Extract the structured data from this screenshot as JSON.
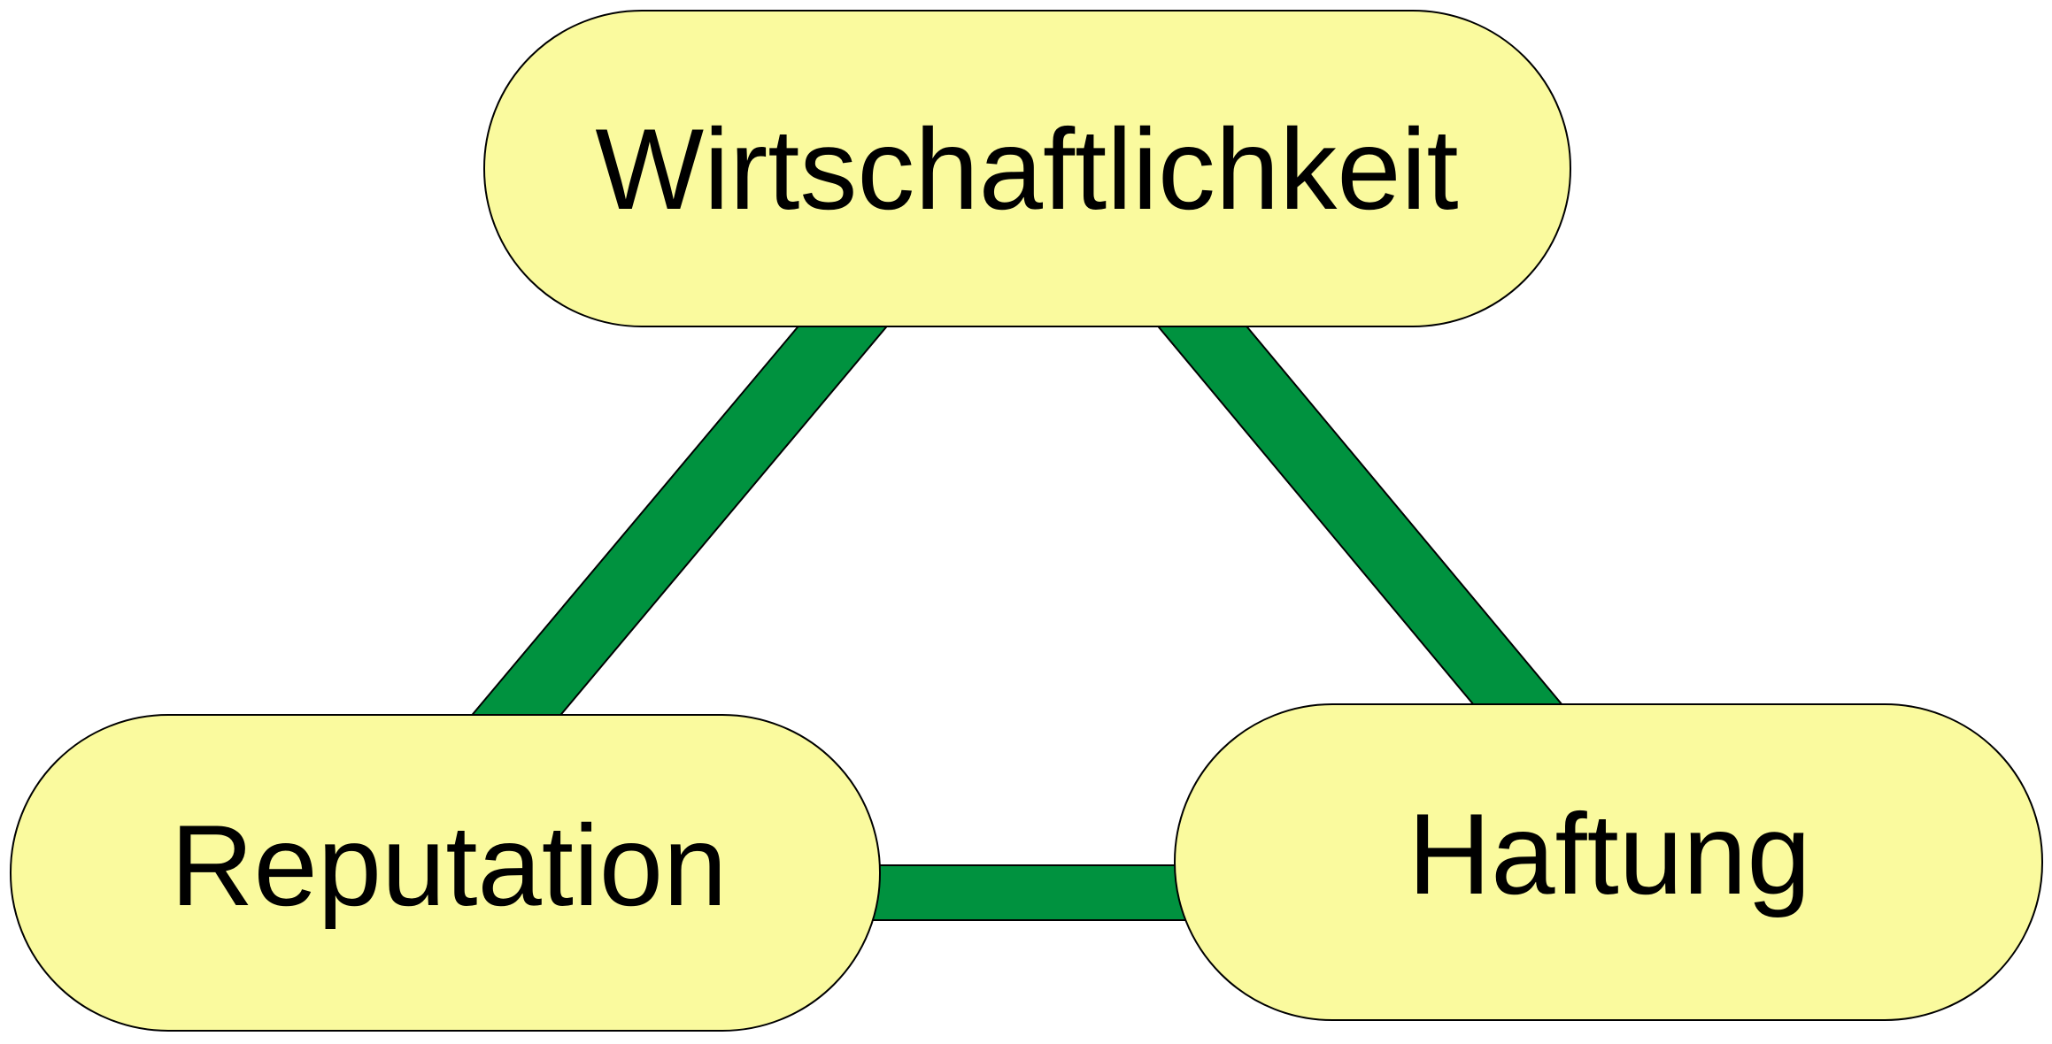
{
  "colors": {
    "node_fill": "#FAFA9E",
    "node_stroke": "#000000",
    "connector_fill": "#00923F",
    "connector_stroke": "#000000",
    "text": "#000000",
    "background": "#FFFFFF"
  },
  "nodes": {
    "top": {
      "label": "Wirtschaftlichkeit"
    },
    "left": {
      "label": "Reputation"
    },
    "right": {
      "label": "Haftung"
    }
  }
}
